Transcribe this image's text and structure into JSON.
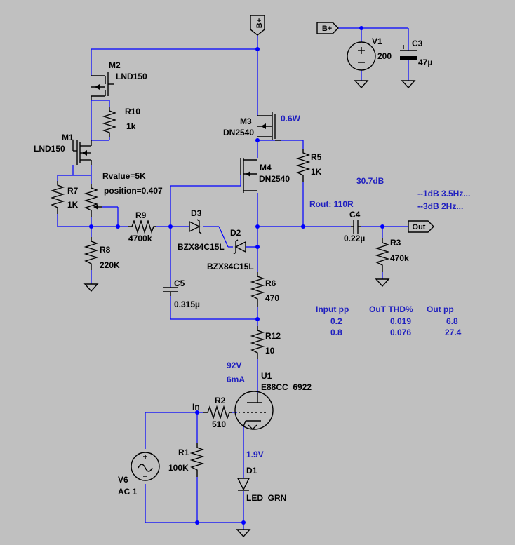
{
  "flags": {
    "bplus_top": "B+",
    "bplus_supply": "B+",
    "out": "Out"
  },
  "components": {
    "V1": {
      "name": "V1",
      "value": "200"
    },
    "C3": {
      "name": "C3",
      "value": "47µ"
    },
    "M2": {
      "name": "M2",
      "value": "LND150"
    },
    "R10": {
      "name": "R10",
      "value": "1k"
    },
    "M1": {
      "name": "M1",
      "value": "LND150"
    },
    "M3": {
      "name": "M3",
      "value": "DN2540"
    },
    "M4": {
      "name": "M4",
      "value": "DN2540"
    },
    "R5": {
      "name": "R5",
      "value": "1K"
    },
    "R7": {
      "name": "R7",
      "value": "1K"
    },
    "pot": {
      "value": "Rvalue=5K",
      "position": "position=0.407"
    },
    "R8": {
      "name": "R8",
      "value": "220K"
    },
    "R9": {
      "name": "R9",
      "value": "4700k"
    },
    "D3": {
      "name": "D3",
      "value": "BZX84C15L"
    },
    "D2": {
      "name": "D2",
      "value": "BZX84C15L"
    },
    "C4": {
      "name": "C4",
      "value": "0.22µ"
    },
    "R3": {
      "name": "R3",
      "value": "470k"
    },
    "C5": {
      "name": "C5",
      "value": "0.315µ"
    },
    "R6": {
      "name": "R6",
      "value": "470"
    },
    "R12": {
      "name": "R12",
      "value": "10"
    },
    "U1": {
      "name": "U1",
      "value": "E88CC_6922"
    },
    "R2": {
      "name": "R2",
      "value": "510"
    },
    "R1": {
      "name": "R1",
      "value": "100K"
    },
    "V6": {
      "name": "V6",
      "value": "AC 1"
    },
    "D1": {
      "name": "D1",
      "value": "LED_GRN"
    }
  },
  "net_labels": {
    "in": "In"
  },
  "annotations": {
    "power_m3": "0.6W",
    "gain": "30.7dB",
    "rout": "Rout: 110R",
    "bw_1db": "--1dB  3.5Hz...",
    "bw_3db": "--3dB  2Hz...",
    "plate_voltage": "92V",
    "plate_current": "6mA",
    "cathode_voltage": "1.9V"
  },
  "results_table": {
    "headers": [
      "Input pp",
      "OuT THD%",
      "Out pp"
    ],
    "rows": [
      [
        "0.2",
        "0.019",
        "6.8"
      ],
      [
        "0.8",
        "0.076",
        "27.4"
      ]
    ]
  },
  "colors": {
    "background": "#c0c0c0",
    "wire": "#0000ff",
    "component": "#000000",
    "annotation": "#1f1fbf"
  }
}
